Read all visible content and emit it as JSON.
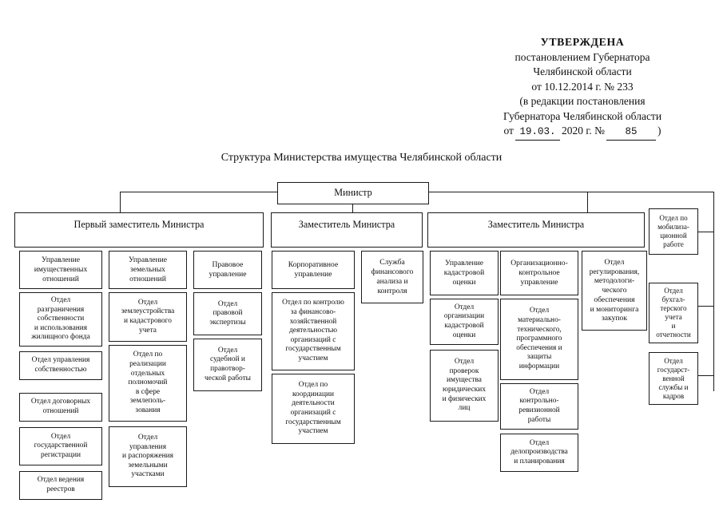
{
  "header": {
    "approved_caps": "УТВЕРЖДЕНА",
    "line2": "постановлением Губернатора",
    "line3": "Челябинской области",
    "line4": "от 10.12.2014 г. № 233",
    "line5": "(в редакции постановления",
    "line6": "Губернатора Челябинской области",
    "date_prefix": "от",
    "date_day_month": "19.03.",
    "date_year": "2020 г. №",
    "date_number": "85",
    "date_suffix": ")"
  },
  "title": "Структура Министерства имущества Челябинской области",
  "chart_data": {
    "type": "diagram",
    "title": "Структура Министерства имущества Челябинской области",
    "root": "Министр",
    "nodes": [
      {
        "id": "minister",
        "label": "Министр",
        "level": 0
      },
      {
        "id": "first_deputy",
        "label": "Первый заместитель Министра",
        "level": 1
      },
      {
        "id": "deputy_2",
        "label": "Заместитель Министра",
        "level": 1
      },
      {
        "id": "deputy_3",
        "label": "Заместитель Министра",
        "level": 1
      },
      {
        "id": "mobilization",
        "label": "Отдел по\nмобилиза-\nционной\nработе",
        "level": 1
      },
      {
        "id": "accounting",
        "label": "Отдел\nбухгал-\nтерского\nучета\nи\nотчетности",
        "level": 1
      },
      {
        "id": "civil_service",
        "label": "Отдел\nгосударст-\nвенной\nслужбы и\nкадров",
        "level": 1
      },
      {
        "id": "u_property",
        "label": "Управление\nимущественных\nотношений",
        "level": 2,
        "parent": "first_deputy"
      },
      {
        "id": "u_land",
        "label": "Управление\nземельных\nотношений",
        "level": 2,
        "parent": "first_deputy"
      },
      {
        "id": "u_legal",
        "label": "Правовое\nуправление",
        "level": 2,
        "parent": "first_deputy"
      },
      {
        "id": "u_corporate",
        "label": "Корпоративное\nуправление",
        "level": 2,
        "parent": "deputy_2"
      },
      {
        "id": "u_finance",
        "label": "Служба\nфинансового\nанализа и\nконтроля",
        "level": 2,
        "parent": "deputy_2"
      },
      {
        "id": "u_cadastral",
        "label": "Управление\nкадастровой\nоценки",
        "level": 2,
        "parent": "deputy_3"
      },
      {
        "id": "u_orgcontrol",
        "label": "Организационно-\nконтрольное\nуправление",
        "level": 2,
        "parent": "deputy_3"
      },
      {
        "id": "u_procurement",
        "label": "Отдел\nрегулирования,\nметодологи-\nческого\nобеспечения\nи мониторинга\nзакупок",
        "level": 2,
        "parent": "deputy_3"
      },
      {
        "id": "d_delimit",
        "label": "Отдел\nразграничения\nсобственности\nи использования\nжилищного фонда",
        "level": 3,
        "parent": "u_property"
      },
      {
        "id": "d_propmgmt",
        "label": "Отдел управления\nсобственностью",
        "level": 3,
        "parent": "u_property"
      },
      {
        "id": "d_contracts",
        "label": "Отдел договорных\nотношений",
        "level": 3,
        "parent": "u_property"
      },
      {
        "id": "d_registration",
        "label": "Отдел\nгосударственной\nрегистрации",
        "level": 3,
        "parent": "u_property"
      },
      {
        "id": "d_registers",
        "label": "Отдел ведения\nреестров",
        "level": 3,
        "parent": "u_property"
      },
      {
        "id": "d_landsurvey",
        "label": "Отдел\nземлеустройства\nи кадастрового\nучета",
        "level": 3,
        "parent": "u_land"
      },
      {
        "id": "d_landpowers",
        "label": "Отдел по\nреализации\nотдельных\nполномочий\nв сфере\nземлеполь-\nзования",
        "level": 3,
        "parent": "u_land"
      },
      {
        "id": "d_landplots",
        "label": "Отдел\nуправления\nи распоряжения\nземельными\nучастками",
        "level": 3,
        "parent": "u_land"
      },
      {
        "id": "d_legalexp",
        "label": "Отдел\nправовой\nэкспертизы",
        "level": 3,
        "parent": "u_legal"
      },
      {
        "id": "d_court",
        "label": "Отдел\nсудебной и\nправотвор-\nческой работы",
        "level": 3,
        "parent": "u_legal"
      },
      {
        "id": "d_fincontrol",
        "label": "Отдел по контролю\nза финансово-\nхозяйственной\nдеятельностью\nорганизаций с\nгосударственным\nучастием",
        "level": 3,
        "parent": "u_corporate"
      },
      {
        "id": "d_coordination",
        "label": "Отдел  по\nкоординации\nдеятельности\nорганизаций с\nгосударственным\nучастием",
        "level": 3,
        "parent": "u_corporate"
      },
      {
        "id": "d_cadorg",
        "label": "Отдел\nорганизации\nкадастровой\nоценки",
        "level": 3,
        "parent": "u_cadastral"
      },
      {
        "id": "d_inspections",
        "label": "Отдел\nпроверок\nимущества\nюридических\nи физических\nлиц",
        "level": 3,
        "parent": "u_cadastral"
      },
      {
        "id": "d_logistics",
        "label": "Отдел\nматериально-\nтехнического,\nпрограммного\nобеспечения и\nзащиты\nинформации",
        "level": 3,
        "parent": "u_orgcontrol"
      },
      {
        "id": "d_audit",
        "label": "Отдел\nконтрольно-\nревизионной\nработы",
        "level": 3,
        "parent": "u_orgcontrol"
      },
      {
        "id": "d_records",
        "label": "Отдел\nделопроизводства\nи планирования",
        "level": 3,
        "parent": "u_orgcontrol"
      }
    ]
  }
}
